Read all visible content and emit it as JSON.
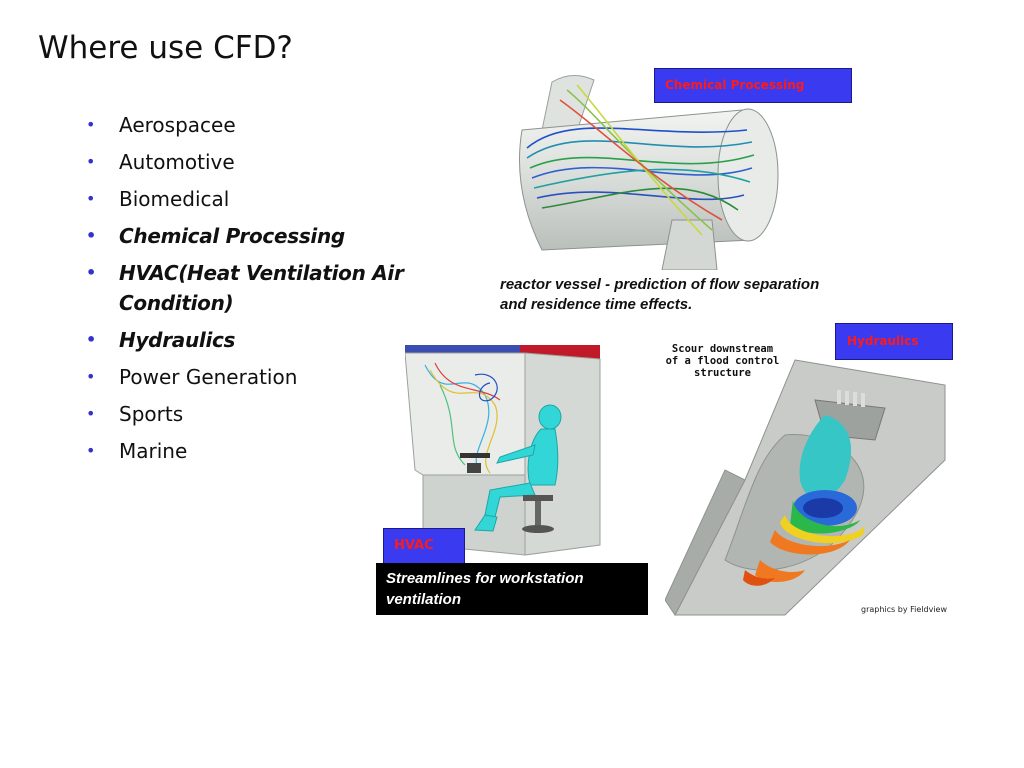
{
  "slide": {
    "title": "Where use CFD?",
    "bullets": [
      {
        "text": "Aerospacee",
        "emphasis": false
      },
      {
        "text": "Automotive",
        "emphasis": false
      },
      {
        "text": "Biomedical",
        "emphasis": false
      },
      {
        "text": "Chemical Processing",
        "emphasis": true
      },
      {
        "text": "HVAC(Heat Ventilation Air Condition)",
        "emphasis": true
      },
      {
        "text": "Hydraulics",
        "emphasis": true
      },
      {
        "text": "Power Generation",
        "emphasis": false
      },
      {
        "text": "Sports",
        "emphasis": false
      },
      {
        "text": "Marine",
        "emphasis": false
      }
    ],
    "bullet_glyph": "•"
  },
  "figures": {
    "reactor": {
      "tag": "Chemical Processing",
      "caption": "reactor vessel - prediction of flow separation and residence time effects."
    },
    "hvac": {
      "tag": "HVAC",
      "caption": "Streamlines for workstation ventilation"
    },
    "hydraulics": {
      "tag": "Hydraulics",
      "title_lines": [
        "Scour downstream",
        "of a flood control",
        "structure"
      ],
      "credit": "graphics by Fieldview"
    }
  },
  "colors": {
    "bullet": "#3333cc",
    "tag_bg": "#3a3af0",
    "tag_text": "#ff1a1a",
    "caption_box": "#000000"
  }
}
